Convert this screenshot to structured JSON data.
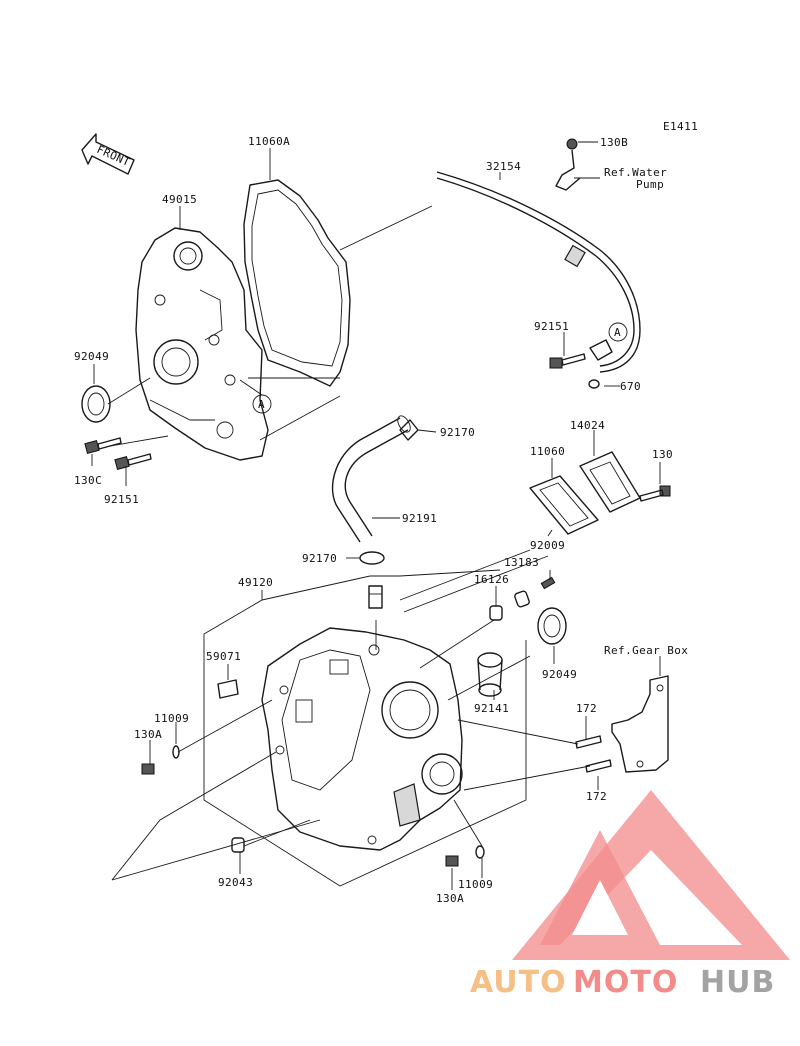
{
  "diagram_code": "E1411",
  "front_label": "FRONT",
  "callout_a": "A",
  "ref_water_pump": [
    "Ref.Water",
    "Pump"
  ],
  "ref_gear_box": "Ref.Gear Box",
  "parts": {
    "p11060A": "11060A",
    "p49015": "49015",
    "p92049_top": "92049",
    "p130C": "130C",
    "p92151_left": "92151",
    "p130B": "130B",
    "p32154": "32154",
    "p92151_right": "92151",
    "p670": "670",
    "p92170_top": "92170",
    "p14024": "14024",
    "p11060": "11060",
    "p130": "130",
    "p92191": "92191",
    "p92009": "92009",
    "p92170_bottom": "92170",
    "p13183": "13183",
    "p16126": "16126",
    "p49120": "49120",
    "p92049_bottom": "92049",
    "p59071": "59071",
    "p92141": "92141",
    "p11009_left": "11009",
    "p130A_left": "130A",
    "p172_top": "172",
    "p172_bottom": "172",
    "p92043": "92043",
    "p130A_bottom": "130A",
    "p11009_bottom": "11009"
  },
  "watermark": {
    "auto": "AUTO",
    "moto": "MOTO",
    "hub": "HUB"
  },
  "colors": {
    "watermark_orange": "#f5b97a",
    "watermark_red": "#f27f7f",
    "watermark_grey": "#9a9a9a"
  }
}
